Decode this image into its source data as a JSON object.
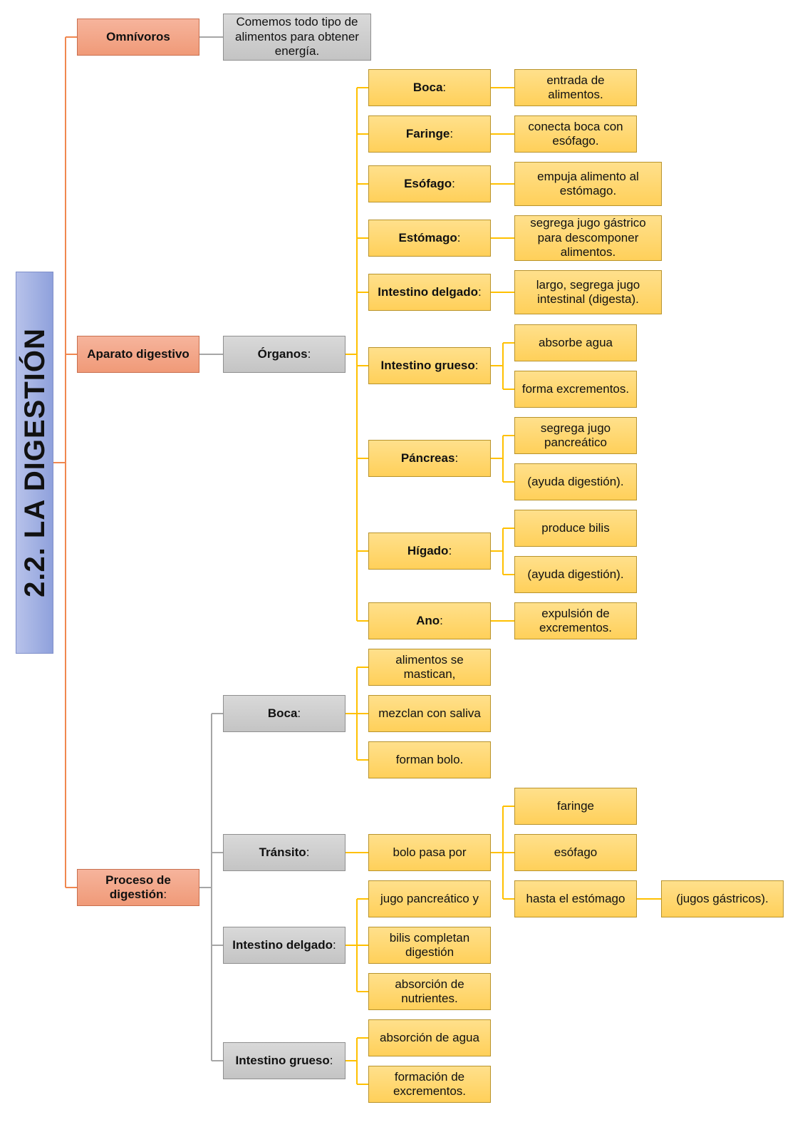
{
  "title": "2.2. LA DIGESTIÓN",
  "omnivoros": {
    "label": "Omnívoros",
    "desc": "Comemos todo tipo de alimentos para obtener energía."
  },
  "aparato": {
    "label": "Aparato digestivo",
    "organos_label": "Órganos",
    "colon": ":"
  },
  "organs": [
    {
      "name": "Boca",
      "info": [
        "entrada de alimentos."
      ]
    },
    {
      "name": "Faringe",
      "info": [
        "conecta boca con esófago."
      ]
    },
    {
      "name": "Esófago",
      "info": [
        "empuja alimento al estómago."
      ]
    },
    {
      "name": "Estómago",
      "info": [
        "segrega jugo gástrico para descomponer alimentos."
      ]
    },
    {
      "name": "Intestino delgado",
      "info": [
        "largo, segrega jugo intestinal (digesta)."
      ]
    },
    {
      "name": "Intestino grueso",
      "info": [
        "absorbe agua",
        "forma excrementos."
      ]
    },
    {
      "name": "Páncreas",
      "info": [
        "segrega jugo pancreático",
        "(ayuda digestión)."
      ]
    },
    {
      "name": "Hígado",
      "info": [
        "produce bilis",
        "(ayuda digestión)."
      ]
    },
    {
      "name": "Ano",
      "info": [
        "expulsión de excrementos."
      ]
    }
  ],
  "proceso": {
    "label": "Proceso de digestión",
    "boca": {
      "name": "Boca",
      "steps": [
        "alimentos se mastican,",
        "mezclan con saliva",
        "forman bolo."
      ]
    },
    "transito": {
      "name": "Tránsito",
      "step": "bolo pasa por",
      "route": [
        "faringe",
        "esófago",
        "hasta el estómago"
      ],
      "end": "(jugos gástricos)."
    },
    "delgado": {
      "name": "Intestino delgado",
      "steps": [
        "jugo pancreático y",
        "bilis completan digestión",
        "absorción de nutrientes."
      ]
    },
    "grueso": {
      "name": "Intestino grueso",
      "steps": [
        "absorción de agua",
        "formación de excrementos."
      ]
    }
  },
  "colors": {
    "orange_line": "#f0874f",
    "grey_line": "#a6a6a6",
    "yellow_line": "#ffc000"
  }
}
